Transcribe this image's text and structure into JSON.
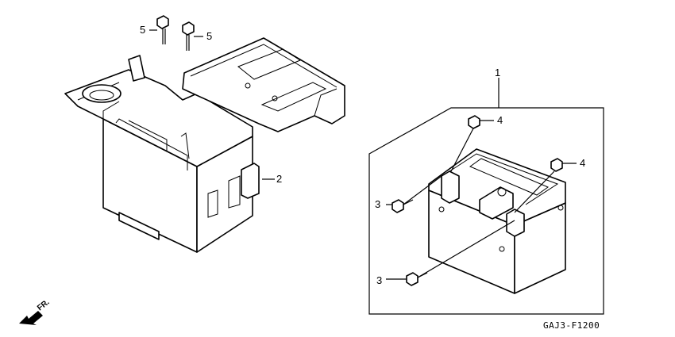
{
  "callouts": {
    "c1": "1",
    "c2": "2",
    "c3a": "3",
    "c3b": "3",
    "c4a": "4",
    "c4b": "4",
    "c5a": "5",
    "c5b": "5"
  },
  "diagram_code": "GAJ3-F1200",
  "front_marker": "FR."
}
